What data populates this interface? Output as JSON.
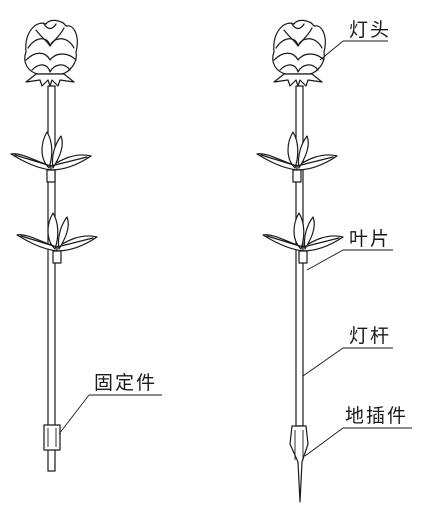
{
  "labels": {
    "lamp_head": "灯头",
    "leaf": "叶片",
    "pole": "灯杆",
    "fixing_part": "固定件",
    "ground_stake": "地插件"
  },
  "colors": {
    "line": "#1a1a1a",
    "background": "#ffffff"
  }
}
